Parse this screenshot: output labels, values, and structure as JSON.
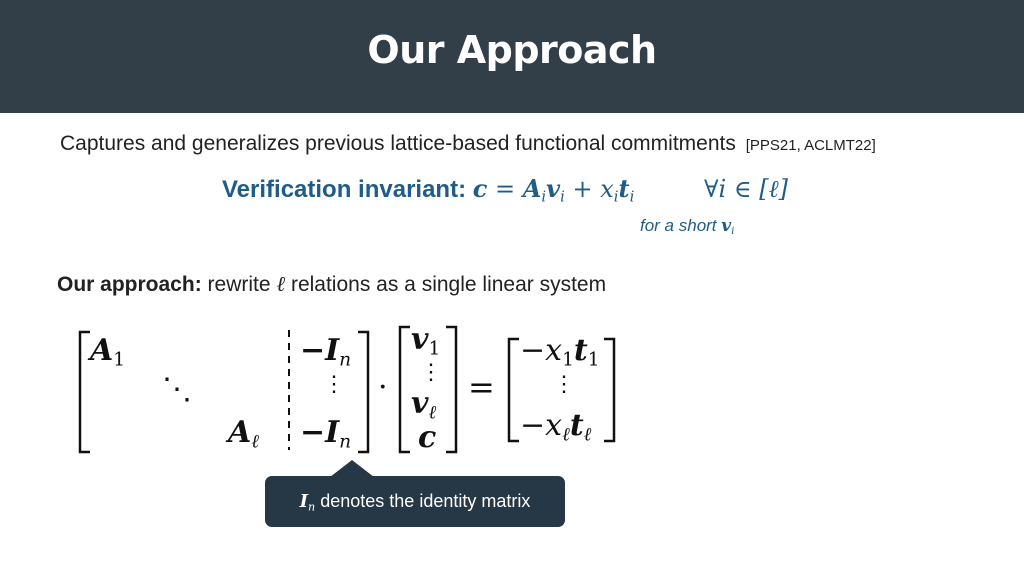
{
  "header": {
    "title": "Our Approach"
  },
  "intro": {
    "text": "Captures and generalizes previous lattice-based functional commitments",
    "citation": "[PPS21, ACLMT22]"
  },
  "invariant": {
    "label": "Verification invariant:",
    "c": "c",
    "eq": " = ",
    "A": "A",
    "i1": "i",
    "v": "v",
    "i2": "i",
    "plus": " + ",
    "x": "x",
    "i3": "i",
    "t": "t",
    "i4": "i",
    "forall": "∀i ∈ [ℓ]",
    "short_text": "for a short ",
    "short_v": "v",
    "short_i": "i"
  },
  "approach": {
    "label": "Our approach:",
    "text1": " rewrite ",
    "ell": "ℓ",
    "text2": " relations as a single linear system"
  },
  "matrix": {
    "A": "A",
    "one": "1",
    "ell": "ℓ",
    "minus_I": "−I",
    "n": "n",
    "v": "v",
    "c": "c",
    "dot": "·",
    "equals": "=",
    "minus_x": "−x",
    "t": "t"
  },
  "tooltip": {
    "I": "I",
    "n": "n",
    "text": " denotes the identity matrix"
  }
}
